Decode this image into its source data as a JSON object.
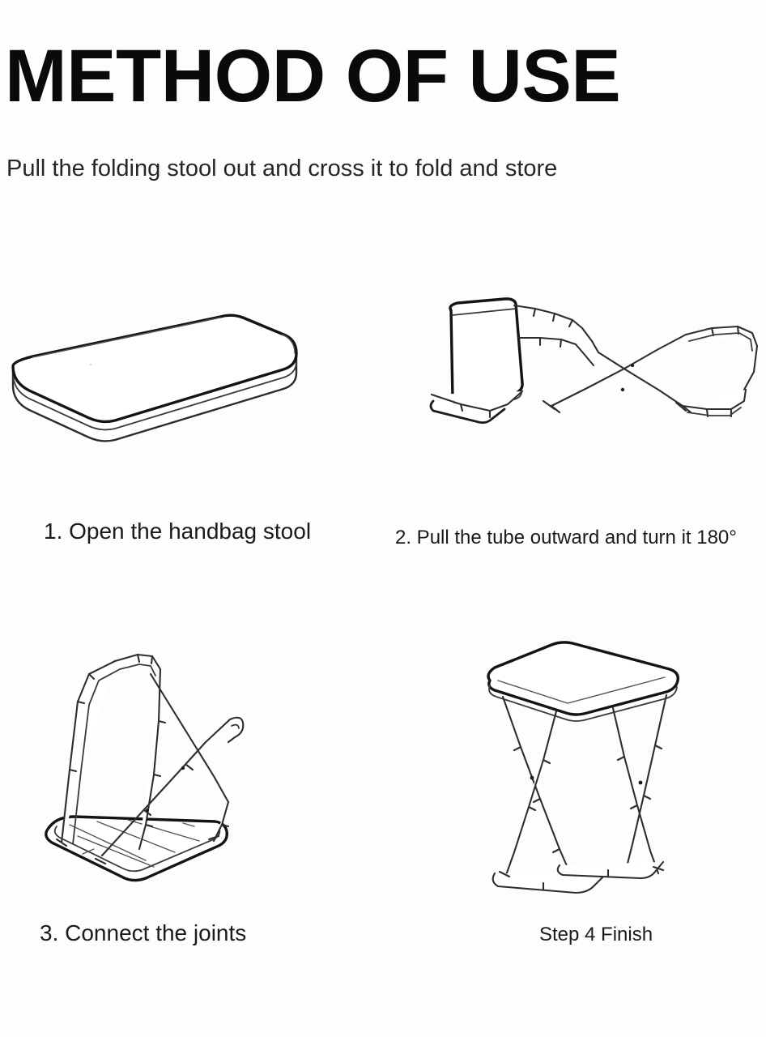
{
  "page": {
    "background_color": "#fdfdfc",
    "line_color": "#2e2e2e",
    "text_color": "#1a1a1a"
  },
  "header": {
    "title": "METHOD OF USE",
    "subtitle": "Pull the folding stool out and cross it to fold and store"
  },
  "steps": [
    {
      "number": "1",
      "caption": "1. Open the handbag stool",
      "illustration": "folded-stool-slab"
    },
    {
      "number": "2",
      "caption": "2. Pull the tube outward and turn it 180°",
      "illustration": "stool-tubes-pulled-out-crossed"
    },
    {
      "number": "3",
      "caption": "3. Connect the joints",
      "illustration": "stool-frame-x-crossed-with-seat-panel"
    },
    {
      "number": "4",
      "caption": "Step 4 Finish",
      "illustration": "assembled-folding-stool"
    }
  ]
}
